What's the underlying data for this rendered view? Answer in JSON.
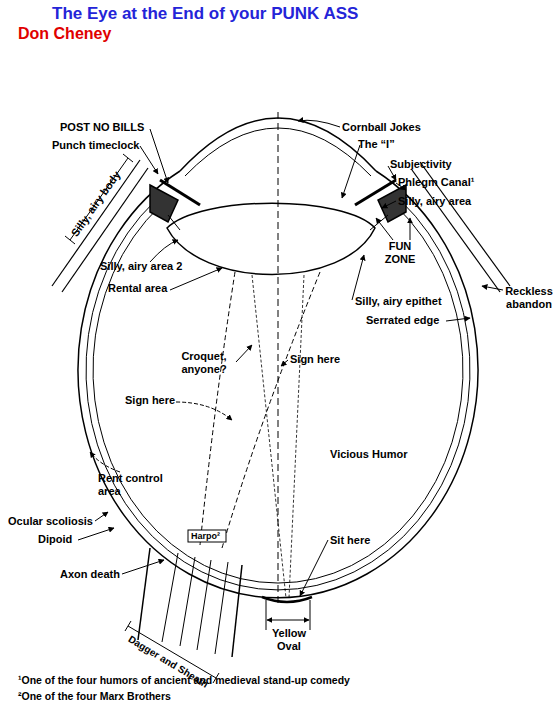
{
  "diagram": {
    "title": "The Eye at the End of your PUNK ASS",
    "labels": [
      "Don Cheney",
      "POST NO BILLS",
      "Punch timeclock",
      "Silly, airy body",
      "Cornball Jokes",
      "The “I”",
      "Subjectivity",
      "Phlegm Canal¹",
      "Silly, airy area",
      "FUN ZONE",
      "Silly, airy area 2",
      "Rental area",
      "Reckless abandon",
      "Silly, airy epithet",
      "Serrated edge",
      "Croquet, anyone?",
      "Sign here",
      "Sign here",
      "Vicious Humor",
      "Rent control area",
      "Ocular scoliosis",
      "Dipoid",
      "Harpo²",
      "Sit here",
      "Axon death",
      "Yellow Oval",
      "Dagger and Sheath",
      "¹One of the four humors of ancient and medieval stand-up comedy",
      "²One of the four Marx Brothers"
    ]
  }
}
